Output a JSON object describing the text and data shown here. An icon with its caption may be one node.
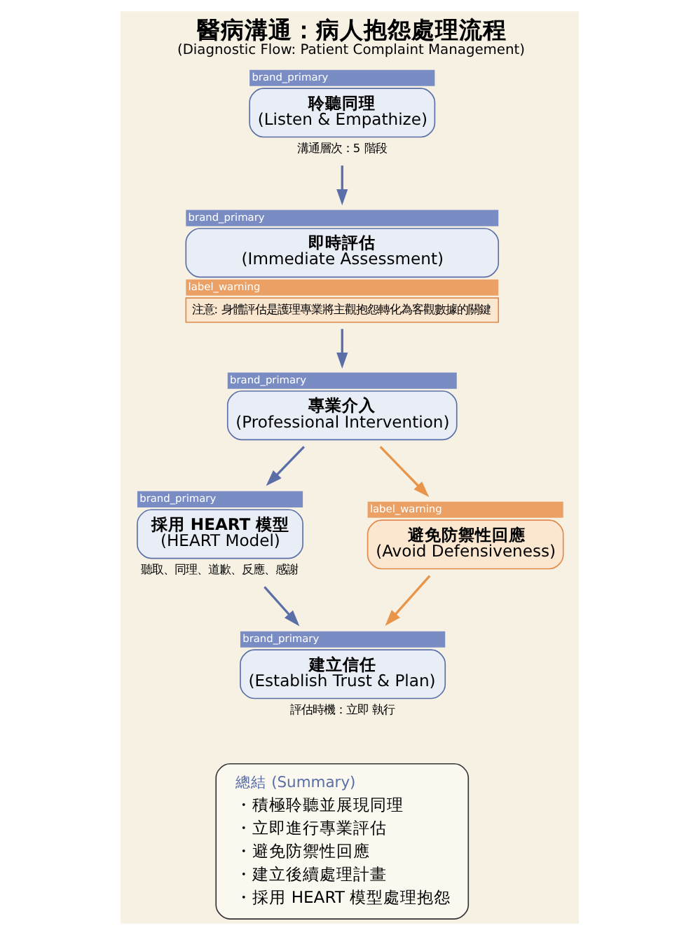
{
  "diagram": {
    "title": "醫病溝通：病人抱怨處理流程",
    "caption": "(Diagnostic Flow: Patient Complaint Management)",
    "nodes": [
      {
        "text": [
          "brand_primary",
          "聆聽同理",
          "(Listen & Empathize)"
        ],
        "beside": [
          "溝通層次：5 階段"
        ]
      },
      {
        "text": [
          "brand_primary",
          "即時評估",
          "(Immediate Assessment)",
          "label_warning",
          "注意: 身體評估是護理專業將主觀抱怨轉化為客觀數據的關鍵"
        ]
      },
      {
        "text": [
          "brand_primary",
          "專業介入",
          "(Professional Intervention)"
        ]
      },
      {
        "text": [
          "brand_primary",
          "採用 HEART 模型",
          "(HEART Model)"
        ],
        "beside": [
          "聽取、同理、道歉、反應、感謝"
        ]
      },
      {
        "text": [
          "label_warning",
          "避免防禦性回應",
          "(Avoid Defensiveness)"
        ]
      },
      {
        "text": [
          "brand_primary",
          "建立信任",
          "(Establish Trust & Plan)"
        ],
        "beside": [
          "評估時機：立即 執行"
        ]
      },
      {
        "text": [
          "總結 (Summary)",
          "・積極聆聽並展現同理",
          "・立即進行專業評估",
          "・避免防禦性回應",
          "・建立後續處理計畫",
          "・採用 HEART 模型處理抱怨"
        ]
      }
    ],
    "edges": [
      {
        "from": 0,
        "to": 1,
        "arrow": "to"
      },
      {
        "from": 1,
        "to": 2,
        "arrow": "to"
      },
      {
        "from": 2,
        "to": 3,
        "arrow": "to"
      },
      {
        "from": 2,
        "to": 4,
        "arrow": "to",
        "color": "#e8954a"
      },
      {
        "from": 4,
        "to": 5,
        "arrow": "to",
        "color": "#e8954a"
      },
      {
        "from": 3,
        "to": 5,
        "arrow": "to"
      }
    ]
  }
}
